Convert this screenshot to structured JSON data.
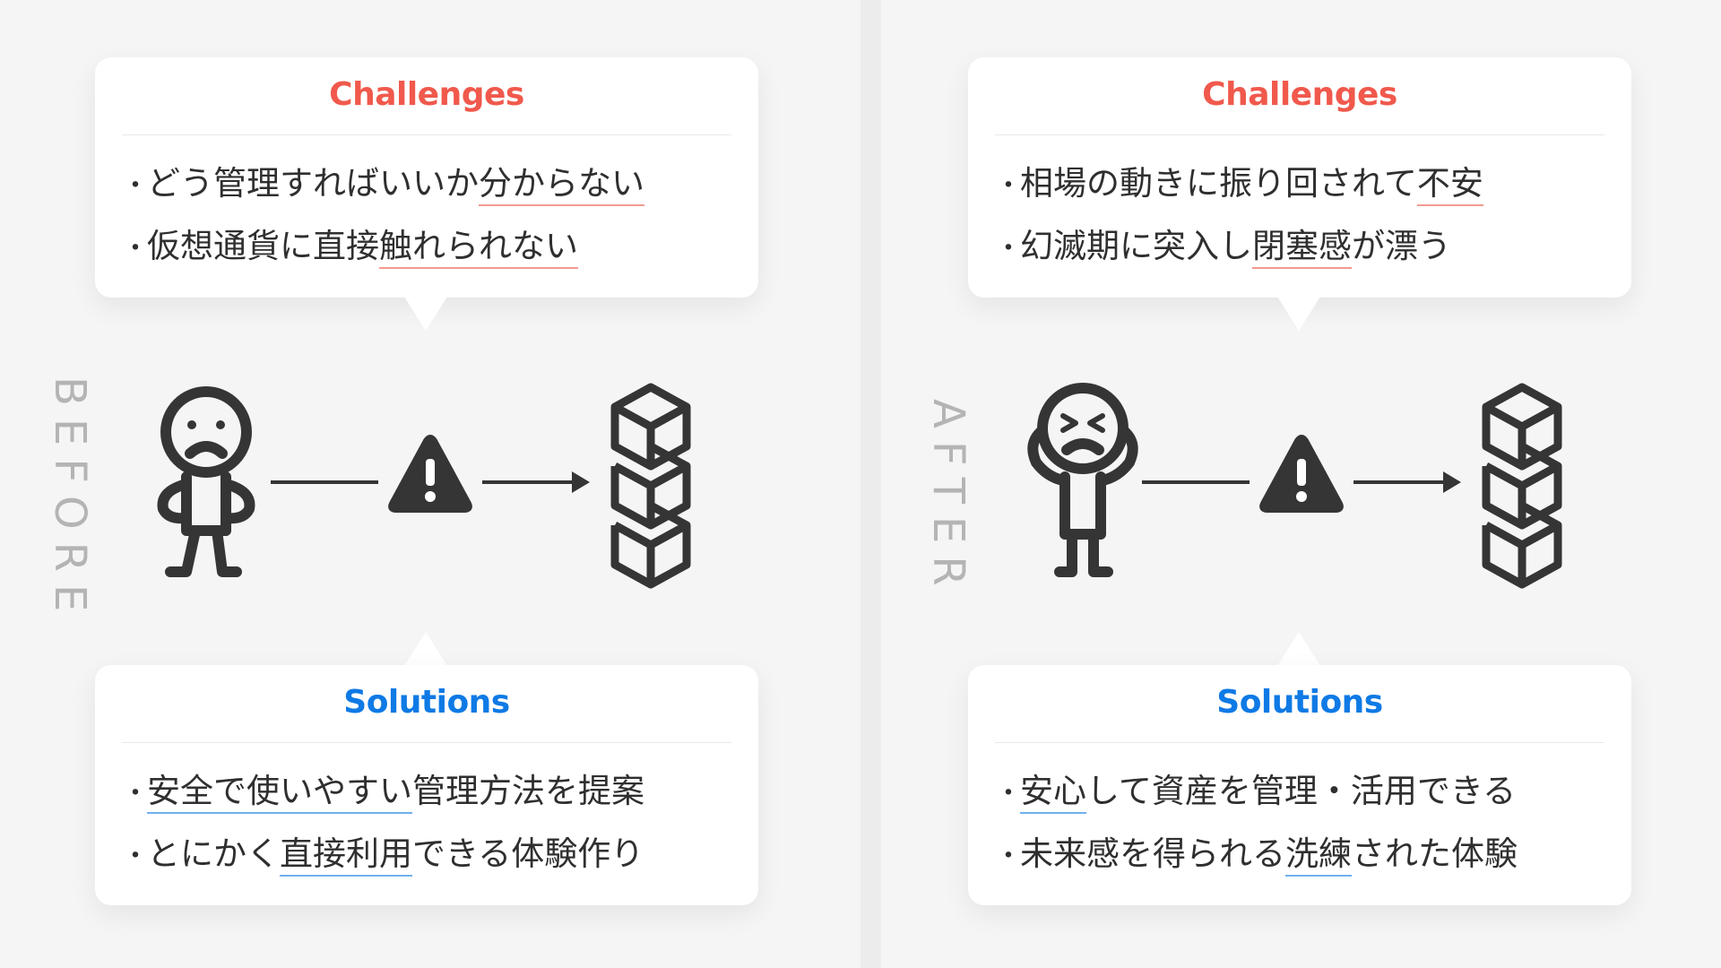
{
  "before": {
    "label": "BEFORE",
    "challenges": {
      "title": "Challenges",
      "items": [
        {
          "pre": "どう管理すればいいか",
          "hl": "分からない",
          "post": ""
        },
        {
          "pre": "仮想通貨に直接",
          "hl": "触れられない",
          "post": ""
        }
      ]
    },
    "solutions": {
      "title": "Solutions",
      "items": [
        {
          "pre": "",
          "hl": "安全で使いやすい",
          "post": "管理方法を提案"
        },
        {
          "pre": "とにかく",
          "hl": "直接利用",
          "post": "できる体験作り"
        }
      ]
    }
  },
  "after": {
    "label": "AFTER",
    "challenges": {
      "title": "Challenges",
      "items": [
        {
          "pre": "相場の動きに振り回されて",
          "hl": "不安",
          "post": ""
        },
        {
          "pre": "幻滅期に突入し",
          "hl": "閉塞感",
          "post": "が漂う"
        }
      ]
    },
    "solutions": {
      "title": "Solutions",
      "items": [
        {
          "pre": "",
          "hl": "安心",
          "post": "して資産を管理・活用できる"
        },
        {
          "pre": "未来感を得られる",
          "hl": "洗練",
          "post": "された体験"
        }
      ]
    }
  },
  "bullet": "・",
  "icons": [
    "sad-person-icon",
    "stressed-person-icon",
    "warning-icon",
    "arrow-right-icon",
    "blockchain-blocks-icon"
  ],
  "colors": {
    "challenge": "#f0594c",
    "solution": "#0f7ae5",
    "icon": "#353535",
    "label": "#b4b4b4"
  }
}
